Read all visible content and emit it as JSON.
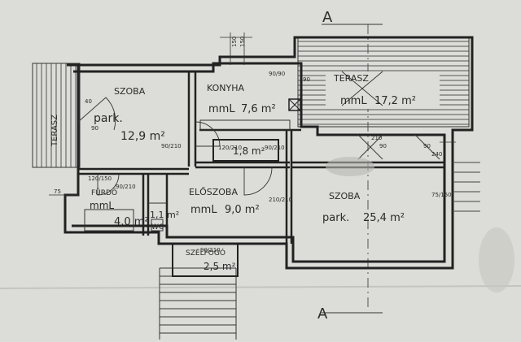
{
  "plan": {
    "section_marks": [
      "A",
      "A"
    ],
    "rooms": {
      "szoba_left": {
        "name": "SZOBA",
        "floor": "park.",
        "area": "12,9 m²"
      },
      "konyha": {
        "name": "KONYHA",
        "floor": "mmL",
        "area": "7,6 m²"
      },
      "terasz_top": {
        "name": "TERASZ",
        "floor": "mmL",
        "area": "17,2 m²"
      },
      "terasz_left": {
        "name": "TERASZ"
      },
      "furdo": {
        "name": "FÜRDŐ",
        "floor": "mmL",
        "area": "4,0 m²"
      },
      "wc": {
        "name": "WC",
        "area": "1,1 m²"
      },
      "eloszoba": {
        "name": "ELŐSZOBA",
        "floor": "mmL",
        "area": "9,0 m²"
      },
      "szoba_right": {
        "name": "SZOBA",
        "floor": "park.",
        "area": "25,4 m²"
      },
      "kamra": {
        "area": "1,8 m²"
      },
      "szelfogo": {
        "name": "SZÉLFOGÓ",
        "area": "2,5 m²"
      }
    },
    "dimensions": [
      "150",
      "150",
      "90/90",
      "40",
      "90",
      "90/210",
      "120/210",
      "90/210",
      "90",
      "75",
      "210",
      "90",
      "90",
      "90/210",
      "75/150",
      "210/210",
      "240",
      "120/150",
      "90/210"
    ],
    "colors": {
      "paper": "#dcdcd8",
      "ink": "#2a2a2a",
      "hatch": "#555555"
    }
  }
}
